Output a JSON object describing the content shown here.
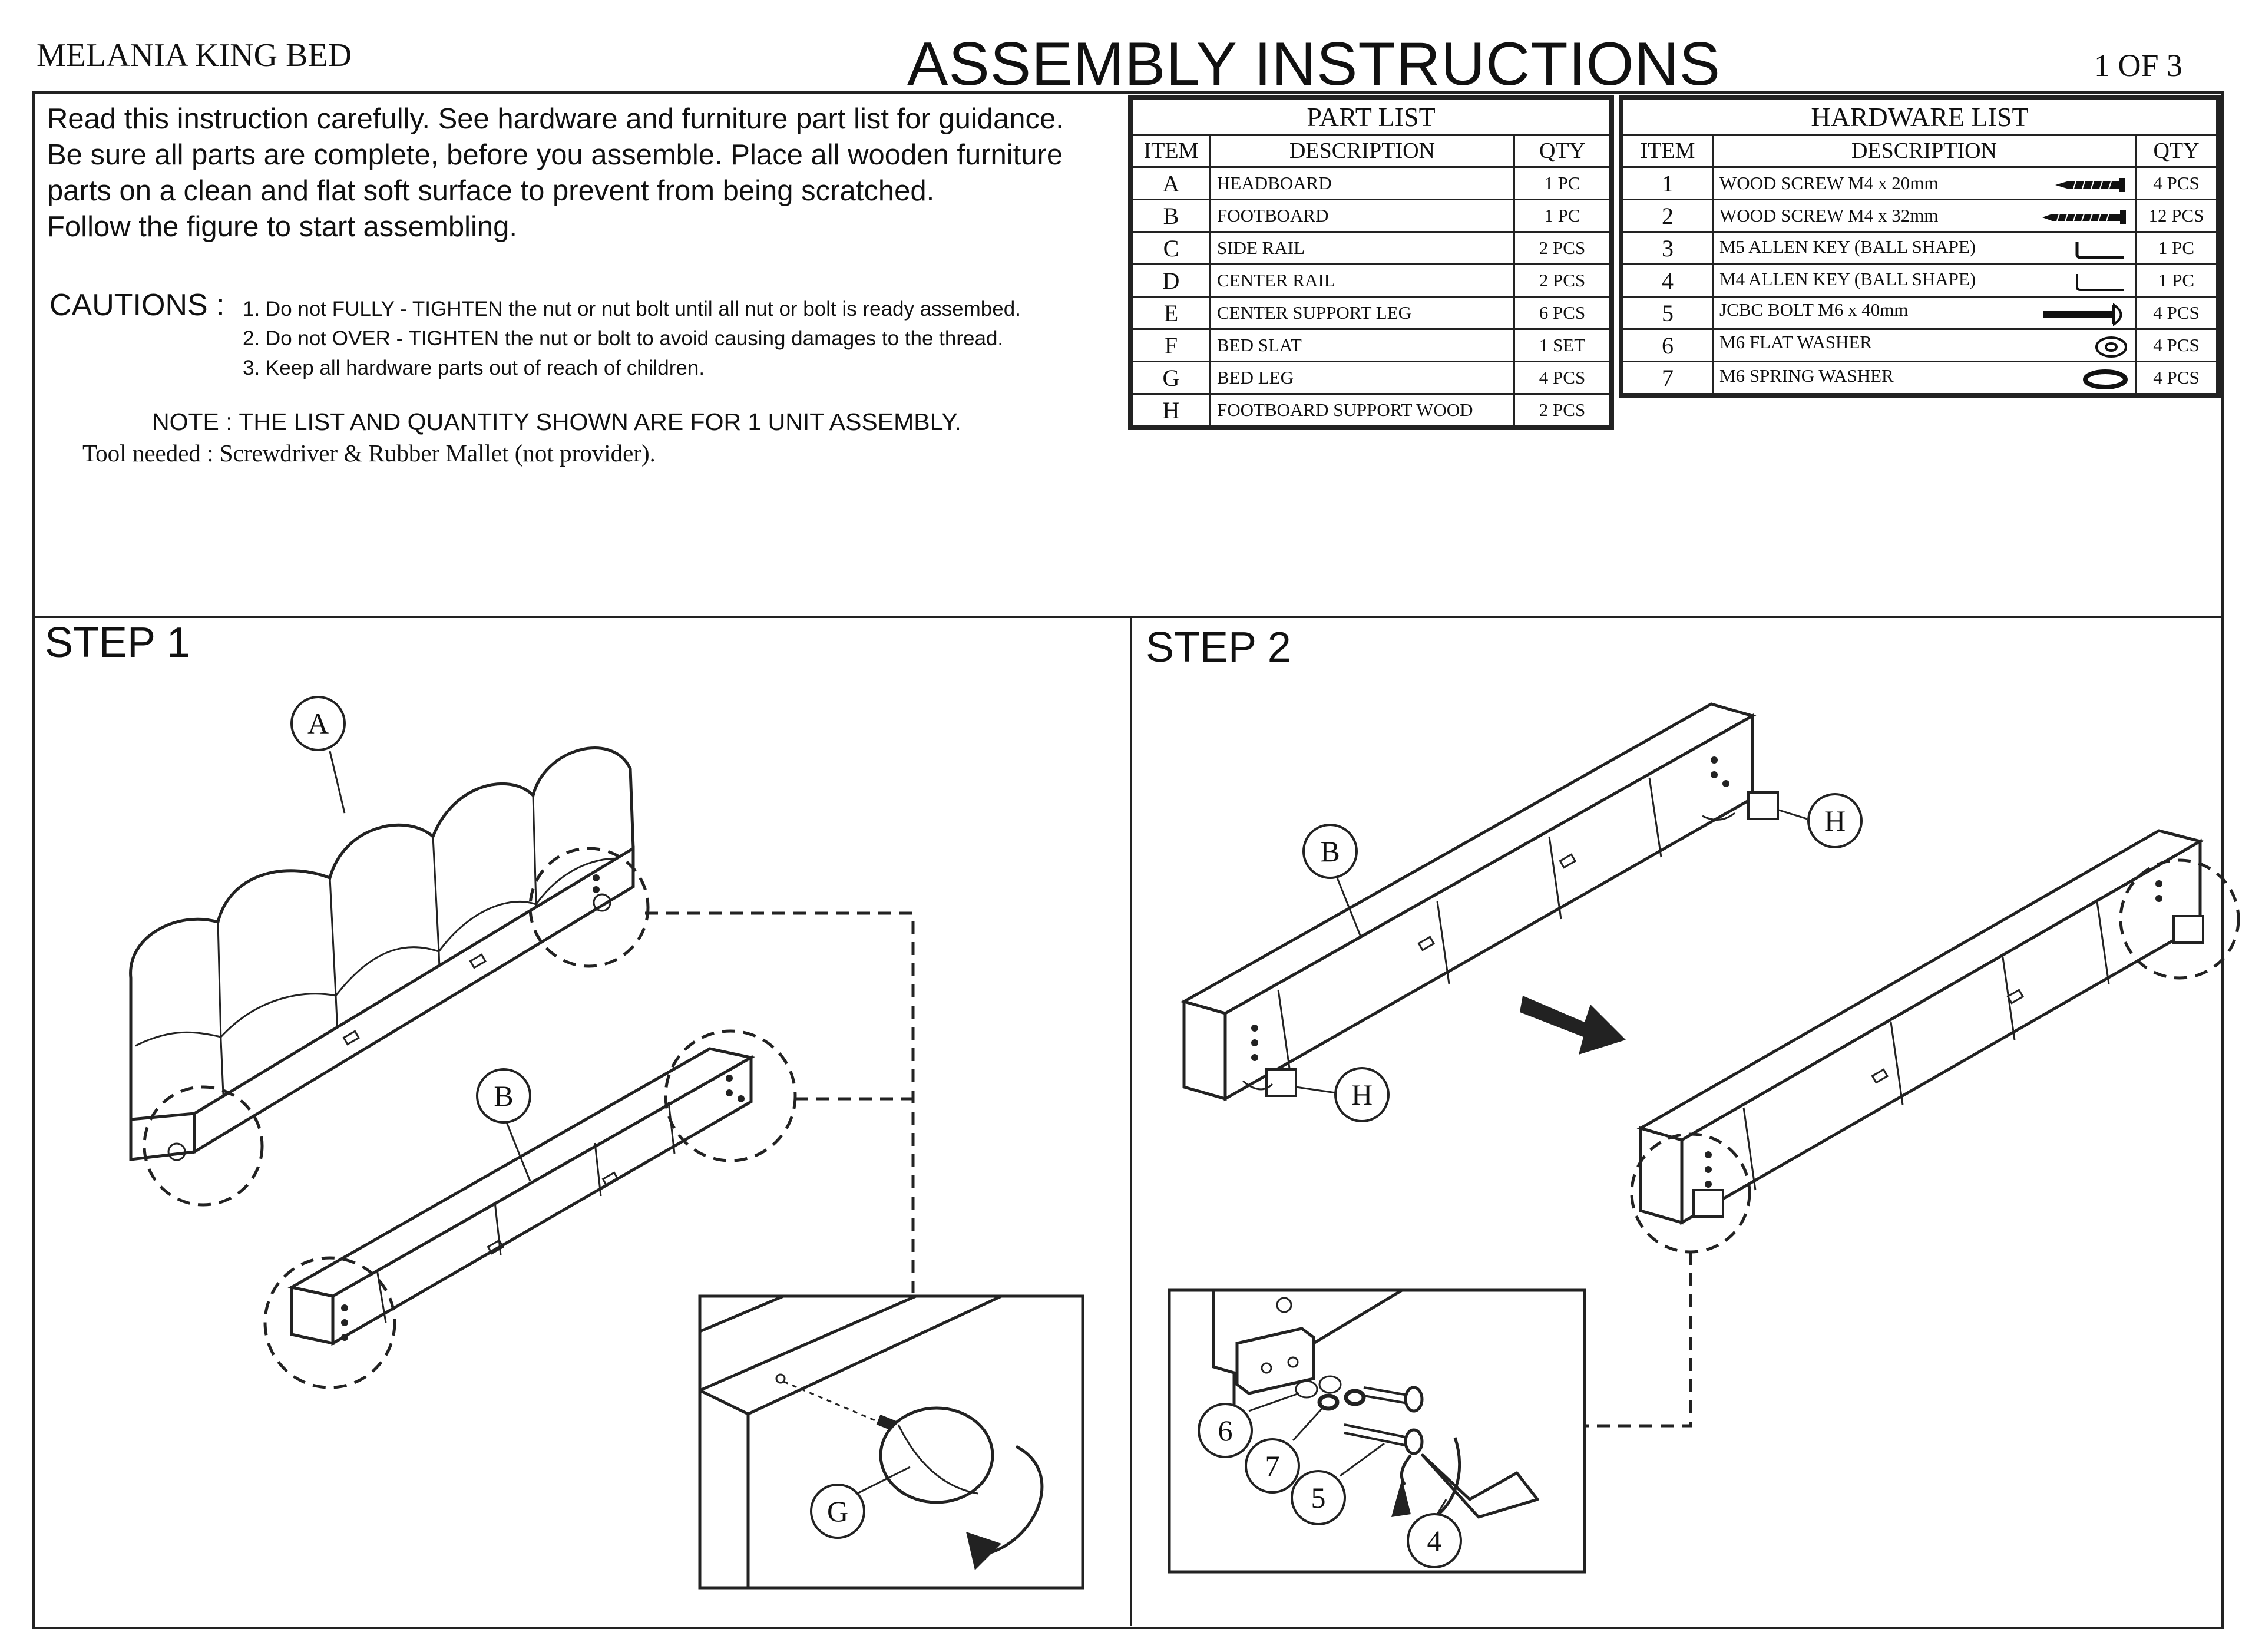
{
  "header": {
    "product_name": "MELANIA KING BED",
    "title": "ASSEMBLY INSTRUCTIONS",
    "page": "1 OF 3"
  },
  "intro": [
    "Read this instruction carefully. See hardware and furniture part list for guidance.",
    "Be sure all parts are complete, before you assemble. Place all wooden furniture",
    "parts on a clean and flat soft surface to prevent from being scratched.",
    "Follow the figure to start assembling."
  ],
  "cautions": {
    "label": "CAUTIONS :",
    "items": [
      "1. Do not FULLY - TIGHTEN the nut or nut bolt until all nut or bolt is ready assembed.",
      "2. Do not OVER - TIGHTEN the nut or bolt to avoid causing damages to the thread.",
      "3. Keep all hardware parts out of reach of children."
    ]
  },
  "note": "NOTE : THE LIST AND QUANTITY SHOWN ARE FOR 1 UNIT ASSEMBLY.",
  "tool": "Tool needed : Screwdriver & Rubber Mallet (not provider).",
  "parts": {
    "title": "PART LIST",
    "headers": [
      "ITEM",
      "DESCRIPTION",
      "QTY"
    ],
    "rows": [
      {
        "item": "A",
        "desc": "HEADBOARD",
        "qty": "1 PC"
      },
      {
        "item": "B",
        "desc": "FOOTBOARD",
        "qty": "1 PC"
      },
      {
        "item": "C",
        "desc": "SIDE RAIL",
        "qty": "2 PCS"
      },
      {
        "item": "D",
        "desc": "CENTER RAIL",
        "qty": "2 PCS"
      },
      {
        "item": "E",
        "desc": "CENTER SUPPORT LEG",
        "qty": "6 PCS"
      },
      {
        "item": "F",
        "desc": "BED SLAT",
        "qty": "1 SET"
      },
      {
        "item": "G",
        "desc": "BED LEG",
        "qty": "4 PCS"
      },
      {
        "item": "H",
        "desc": "FOOTBOARD SUPPORT WOOD",
        "qty": "2 PCS"
      }
    ]
  },
  "hardware": {
    "title": "HARDWARE LIST",
    "headers": [
      "ITEM",
      "DESCRIPTION",
      "QTY"
    ],
    "rows": [
      {
        "item": "1",
        "desc": "WOOD SCREW M4 x 20mm",
        "qty": "4 PCS",
        "icon": "short-screw-icon"
      },
      {
        "item": "2",
        "desc": "WOOD SCREW M4 x 32mm",
        "qty": "12 PCS",
        "icon": "long-screw-icon"
      },
      {
        "item": "3",
        "desc": "M5 ALLEN KEY (BALL SHAPE)",
        "qty": "1 PC",
        "icon": "allen-key-icon"
      },
      {
        "item": "4",
        "desc": "M4 ALLEN KEY (BALL SHAPE)",
        "qty": "1 PC",
        "icon": "allen-key-icon"
      },
      {
        "item": "5",
        "desc": "JCBC BOLT M6 x 40mm",
        "qty": "4 PCS",
        "icon": "bolt-icon"
      },
      {
        "item": "6",
        "desc": "M6 FLAT WASHER",
        "qty": "4 PCS",
        "icon": "flat-washer-icon"
      },
      {
        "item": "7",
        "desc": "M6 SPRING WASHER",
        "qty": "4 PCS",
        "icon": "spring-washer-icon"
      }
    ]
  },
  "steps": {
    "step1": {
      "label": "STEP 1",
      "callouts": [
        "A",
        "B",
        "G"
      ]
    },
    "step2": {
      "label": "STEP 2",
      "callouts": [
        "B",
        "H",
        "H",
        "6",
        "7",
        "5",
        "4"
      ]
    }
  }
}
